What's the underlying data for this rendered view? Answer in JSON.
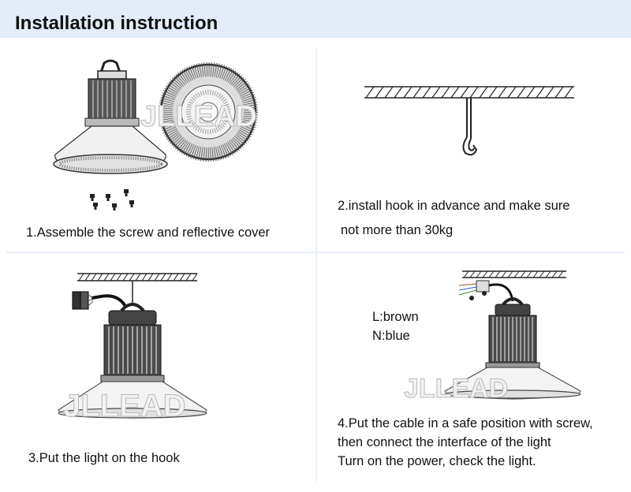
{
  "header": {
    "title": "Installation instruction"
  },
  "brand": {
    "watermark": "JLLEAD"
  },
  "steps": [
    {
      "caption": "1.Assemble the screw and reflective cover"
    },
    {
      "caption_line1": "2.install hook in advance and make sure",
      "caption_line2": "not more than 30kg"
    },
    {
      "caption": "3.Put the light on the hook"
    },
    {
      "wire_live": "L:brown",
      "wire_neutral": "N:blue",
      "caption_line1": "4.Put the cable in a safe position with screw,",
      "caption_line2": "then connect the interface of the light",
      "caption_line3": "Turn on the power, check the light."
    }
  ],
  "colors": {
    "header_bg": "#e3ecf8",
    "divider": "#e8eef6"
  }
}
